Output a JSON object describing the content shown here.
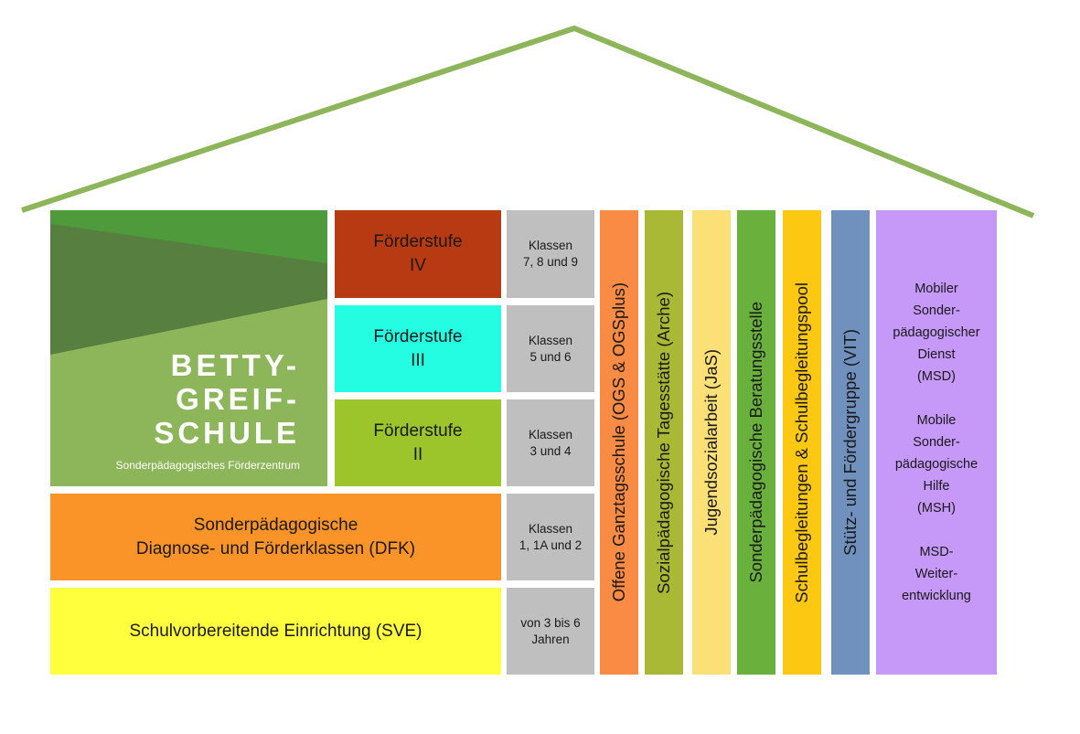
{
  "colors": {
    "roof": "#8db55a",
    "logo_top": "#4f9a3a",
    "logo_mid": "#577f3f",
    "logo_bottom": "#8db55a",
    "stufe_iv": "#b83a13",
    "stufe_iii": "#25fde3",
    "stufe_ii": "#9cc52b",
    "klassen": "#bfbfbf",
    "dfk": "#fa9428",
    "sve": "#ffff3d",
    "ogs": "#fa8b45",
    "arche": "#a9b936",
    "jas": "#fbdf77",
    "beratung": "#6ab03c",
    "pool": "#fdc811",
    "vit": "#7090be",
    "msd": "#c698f7"
  },
  "logo": {
    "name_lines": [
      "BETTY-",
      "GREIF-",
      "SCHULE"
    ],
    "subtitle": "Sonderpädagogisches Förderzentrum"
  },
  "foerderstufen": [
    {
      "lines": [
        "Förderstufe",
        "IV"
      ],
      "klassen": [
        "Klassen",
        "7, 8 und 9"
      ]
    },
    {
      "lines": [
        "Förderstufe",
        "III"
      ],
      "klassen": [
        "Klassen",
        "5 und 6"
      ]
    },
    {
      "lines": [
        "Förderstufe",
        "II"
      ],
      "klassen": [
        "Klassen",
        "3 und 4"
      ]
    }
  ],
  "dfk": {
    "lines": [
      "Sonderpädagogische",
      "Diagnose- und Förderklassen (DFK)"
    ],
    "klassen": [
      "Klassen",
      "1, 1A und 2"
    ]
  },
  "sve": {
    "label": "Schulvorbereitende Einrichtung (SVE)",
    "alter": [
      "von 3 bis 6",
      "Jahren"
    ]
  },
  "columns": [
    "Offene Ganztagsschule (OGS & OGSplus)",
    "Sozialpädagogische Tagesstätte (Arche)",
    "Jugendsozialarbeit (JaS)",
    "Sonderpädagogische Beratungsstelle",
    "Schulbegleitungen & Schulbegleitungspool",
    "Stütz- und Fördergruppe (VIT)"
  ],
  "msd": [
    [
      "Mobiler",
      "Sonder-",
      "pädagogischer",
      "Dienst",
      "(MSD)"
    ],
    [
      "Mobile",
      "Sonder-",
      "pädagogische",
      "Hilfe",
      "(MSH)"
    ],
    [
      "MSD-",
      "Weiter-",
      "entwicklung"
    ]
  ]
}
